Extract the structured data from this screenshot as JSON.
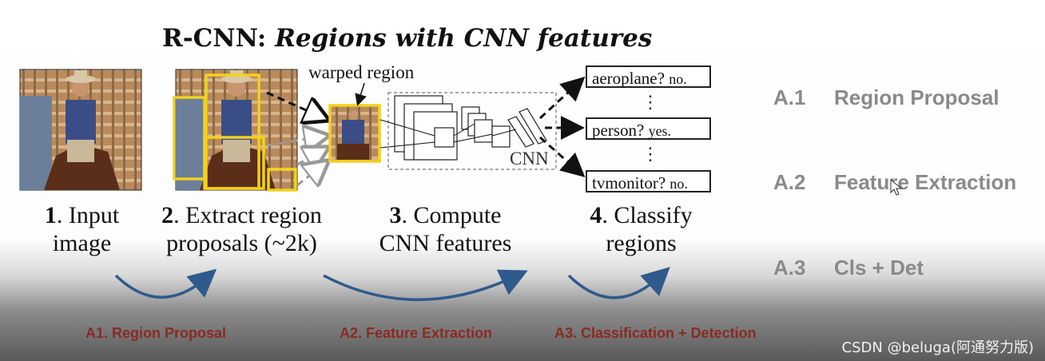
{
  "title": {
    "bold": "R-CNN:",
    "italic": "Regions with CNN features"
  },
  "warped_label": "warped region",
  "cnn_label": "CNN",
  "steps": [
    {
      "num": "1",
      "line1": ". Input",
      "line2": "image"
    },
    {
      "num": "2",
      "line1": ". Extract region",
      "line2": "proposals (~2k)"
    },
    {
      "num": "3",
      "line1": ". Compute",
      "line2": "CNN features"
    },
    {
      "num": "4",
      "line1": ". Classify",
      "line2": "regions"
    }
  ],
  "classes": [
    {
      "name": "aeroplane?",
      "answer": "no."
    },
    {
      "name": "person?",
      "answer": "yes."
    },
    {
      "name": "tvmonitor?",
      "answer": "no."
    }
  ],
  "ellipsis": "⋮",
  "right_panel": [
    {
      "num": "A.1",
      "text": "Region Proposal"
    },
    {
      "num": "A.2",
      "text": "Feature Extraction"
    },
    {
      "num": "A.3",
      "text": "Cls + Det"
    }
  ],
  "bottom_labels": [
    "A1. Region Proposal",
    "A2. Feature Extraction",
    "A3. Classification + Detection"
  ],
  "watermark": "CSDN @beluga(阿通努力版)",
  "colors": {
    "proposal_box": "#f2d21a",
    "bottom_label": "#8b2a22",
    "curve_arrow": "#2f5a8c",
    "right_label": "#8a8a8a"
  }
}
